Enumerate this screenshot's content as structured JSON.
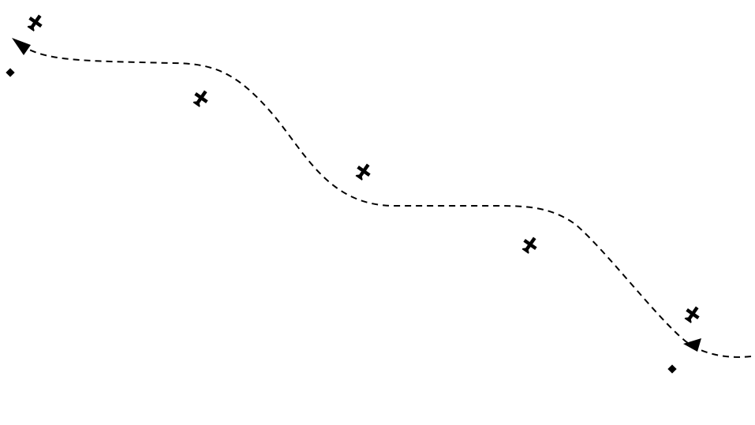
{
  "diagram": {
    "type": "dashed-path-with-waypoints",
    "colors": {
      "background": "#ffffff",
      "stroke": "#000000",
      "marker_fill": "#ffffff"
    },
    "line_style": "dashed",
    "direction": "right-to-left",
    "arrows": [
      {
        "id": "arrow-top-left",
        "icon": "arrowhead-icon"
      },
      {
        "id": "arrow-bottom-right",
        "icon": "arrowhead-icon"
      }
    ],
    "anchors": [
      {
        "id": "anchor-top-left",
        "icon": "diamond-dot-icon"
      },
      {
        "id": "anchor-bottom-right",
        "icon": "diamond-dot-icon"
      }
    ],
    "waypoints": [
      {
        "id": "waypoint-1",
        "icon": "airplane-icon"
      },
      {
        "id": "waypoint-2",
        "icon": "airplane-icon"
      },
      {
        "id": "waypoint-3",
        "icon": "airplane-icon"
      },
      {
        "id": "waypoint-4",
        "icon": "airplane-icon"
      },
      {
        "id": "waypoint-5",
        "icon": "airplane-icon"
      }
    ]
  }
}
